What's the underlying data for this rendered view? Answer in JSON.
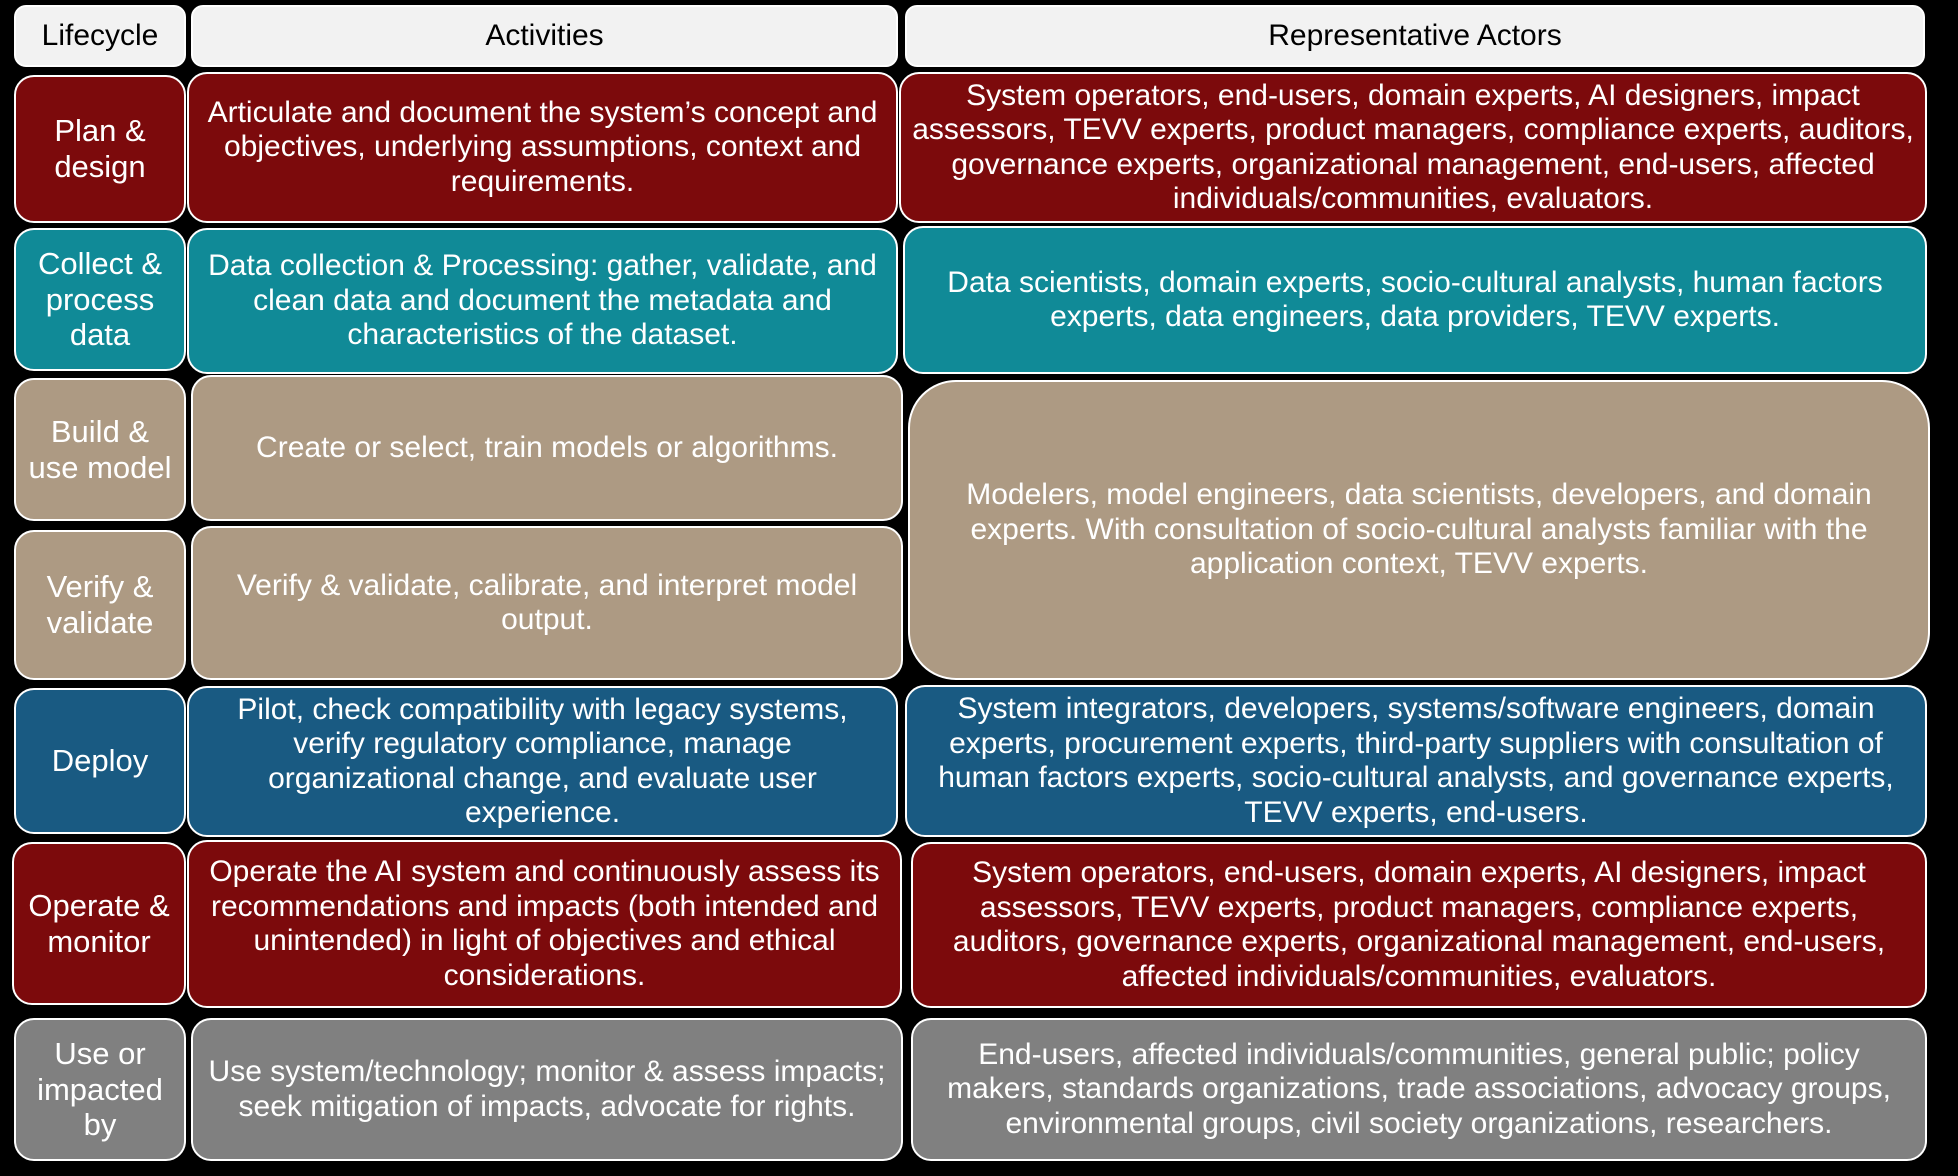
{
  "headers": {
    "lifecycle": "Lifecycle",
    "activities": "Activities",
    "actors": "Representative Actors"
  },
  "colors": {
    "plan_design": "#7c0a0c",
    "collect_process": "#108a97",
    "build_verify": "#ad9a83",
    "deploy": "#195a82",
    "operate_monitor": "#7c0a0c",
    "use_impacted": "#808080",
    "header": "#f2f2f2",
    "background": "#000000"
  },
  "rows": [
    {
      "stage": "Plan & design",
      "activity": "Articulate and document the system’s concept and objectives, underlying assumptions, context and requirements.",
      "actors": "System operators, end-users, domain experts, AI designers, impact assessors, TEVV experts, product managers, compliance experts, auditors, governance experts, organizational management, end-users, affected individuals/communities, evaluators."
    },
    {
      "stage": "Collect & process data",
      "activity": "Data collection & Processing: gather, validate, and clean data and document the metadata and characteristics of the dataset.",
      "actors": "Data scientists, domain experts, socio-cultural analysts, human factors experts, data engineers, data providers, TEVV experts."
    },
    {
      "stage": "Build & use model",
      "activity": "Create or select, train models or algorithms."
    },
    {
      "stage": "Verify & validate",
      "activity": "Verify & validate, calibrate, and interpret model output."
    },
    {
      "stage": "Deploy",
      "activity": "Pilot, check compatibility with legacy systems, verify regulatory compliance, manage organizational change, and evaluate user experience.",
      "actors": "System integrators, developers, systems/software engineers, domain experts, procurement experts, third-party suppliers with consultation of human factors experts, socio-cultural analysts, and governance experts, TEVV experts, end-users."
    },
    {
      "stage": "Operate & monitor",
      "activity": "Operate the AI system and continuously assess its recommendations and impacts (both intended and unintended) in light of objectives and ethical considerations.",
      "actors": "System operators, end-users, domain experts, AI designers, impact assessors, TEVV experts, product managers, compliance experts, auditors, governance experts, organizational management, end-users, affected individuals/communities, evaluators."
    },
    {
      "stage": "Use or impacted by",
      "activity": "Use system/technology; monitor & assess impacts; seek mitigation of impacts, advocate for rights.",
      "actors": "End-users, affected individuals/communities, general public; policy makers, standards organizations, trade associations, advocacy groups, environmental groups, civil society organizations, researchers."
    }
  ],
  "merged_actors": {
    "build_verify": "Modelers, model engineers, data scientists, developers, and domain experts. With consultation of socio-cultural analysts familiar with the application context, TEVV experts."
  }
}
